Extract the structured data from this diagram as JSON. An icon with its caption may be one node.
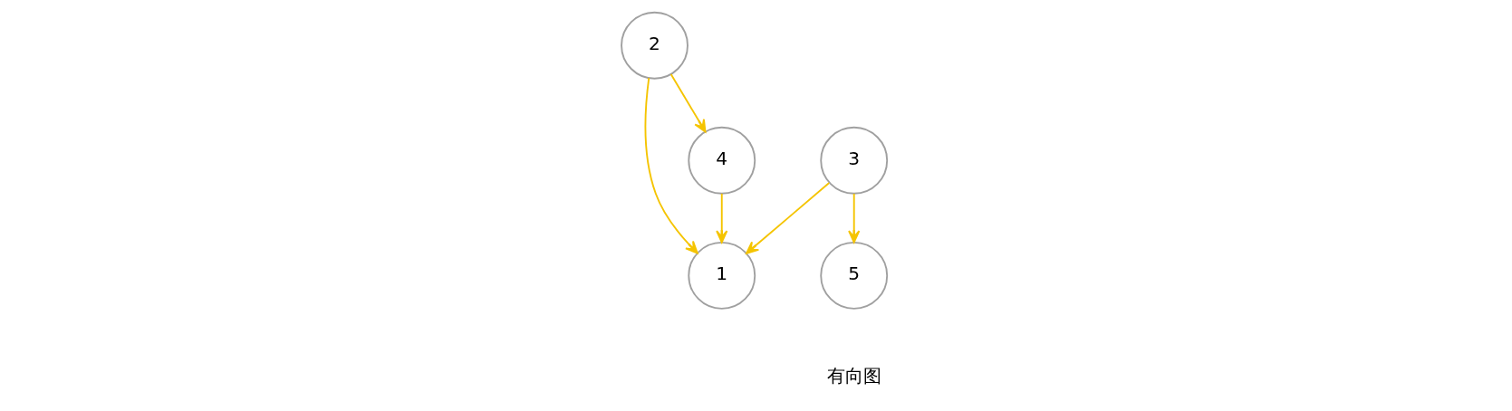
{
  "diagram": {
    "nodes": [
      {
        "text": [
          "1"
        ]
      },
      {
        "text": [
          "2"
        ]
      },
      {
        "text": [
          "3"
        ]
      },
      {
        "text": [
          "4"
        ]
      },
      {
        "text": [
          "5"
        ]
      }
    ],
    "edges": [
      {
        "from": 2,
        "to": 0,
        "arrow": "to"
      },
      {
        "from": 1,
        "to": 0,
        "arrow": "to"
      },
      {
        "from": 3,
        "to": 0,
        "arrow": "to"
      },
      {
        "from": 1,
        "to": 3,
        "arrow": "to"
      },
      {
        "from": 2,
        "to": 4,
        "arrow": "to"
      }
    ],
    "labels": [
      "有向图"
    ]
  }
}
